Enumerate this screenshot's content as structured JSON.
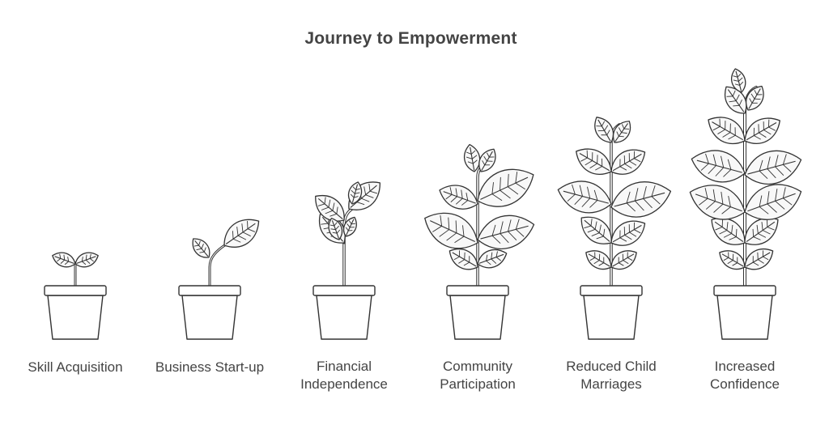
{
  "title": "Journey to Empowerment",
  "colors": {
    "stroke": "#333333",
    "leaf_fill": "#f8f8f8",
    "pot_fill": "#ffffff",
    "text": "#444444"
  },
  "stages": [
    {
      "lines": [
        "Skill Acquisition"
      ],
      "leaf_icon": "sprout-icon"
    },
    {
      "lines": [
        "Business Start-up"
      ],
      "leaf_icon": "seedling-icon"
    },
    {
      "lines": [
        "Financial",
        "Independence"
      ],
      "leaf_icon": "young-plant-icon"
    },
    {
      "lines": [
        "Community",
        "Participation"
      ],
      "leaf_icon": "growing-plant-icon"
    },
    {
      "lines": [
        "Reduced Child",
        "Marriages"
      ],
      "leaf_icon": "tall-plant-icon"
    },
    {
      "lines": [
        "Increased",
        "Confidence"
      ],
      "leaf_icon": "mature-plant-icon"
    }
  ]
}
